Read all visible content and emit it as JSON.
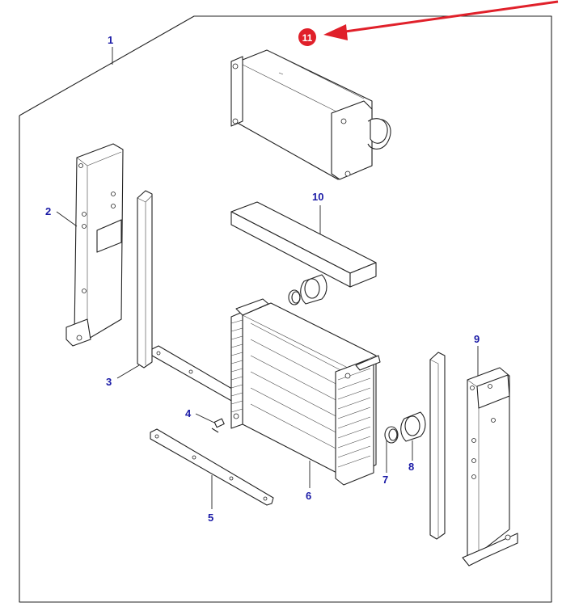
{
  "diagram": {
    "callouts": [
      "1",
      "2",
      "3",
      "4",
      "5",
      "6",
      "7",
      "8",
      "9",
      "10"
    ],
    "highlight": {
      "label": "11",
      "color": "#e0202a",
      "text_color": "#ffffff"
    },
    "colors": {
      "callout_text": "#1a1aa6",
      "arrow": "#e0202a",
      "line": "#222222"
    }
  }
}
